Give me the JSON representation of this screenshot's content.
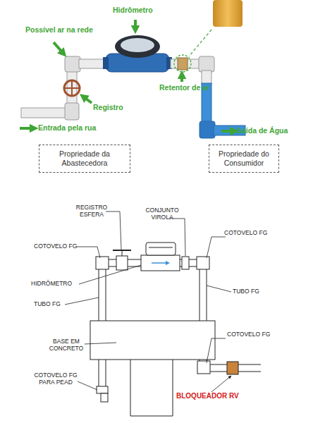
{
  "diagram": {
    "nodes": [
      {
        "text": [
          "Propriedade da Abastecedora"
        ]
      },
      {
        "text": [
          "Propriedade do Consumidor"
        ]
      }
    ],
    "labels": [
      "Hidrômetro",
      "Possível ar na rede",
      "Retentor de ar",
      "Registro",
      "Entrada pela rua",
      "Saída de Água",
      "REGISTRO ESFERA",
      "CONJUNTO VIROLA",
      "COTOVELO FG",
      "COTOVELO FG",
      "HIDRÔMETRO",
      "TUBO FG",
      "TUBO FG",
      "COTOVELO FG",
      "BASE EM CONCRETO",
      "COTOVELO FG PARA PEAD",
      "BLOQUEADOR RV"
    ]
  }
}
